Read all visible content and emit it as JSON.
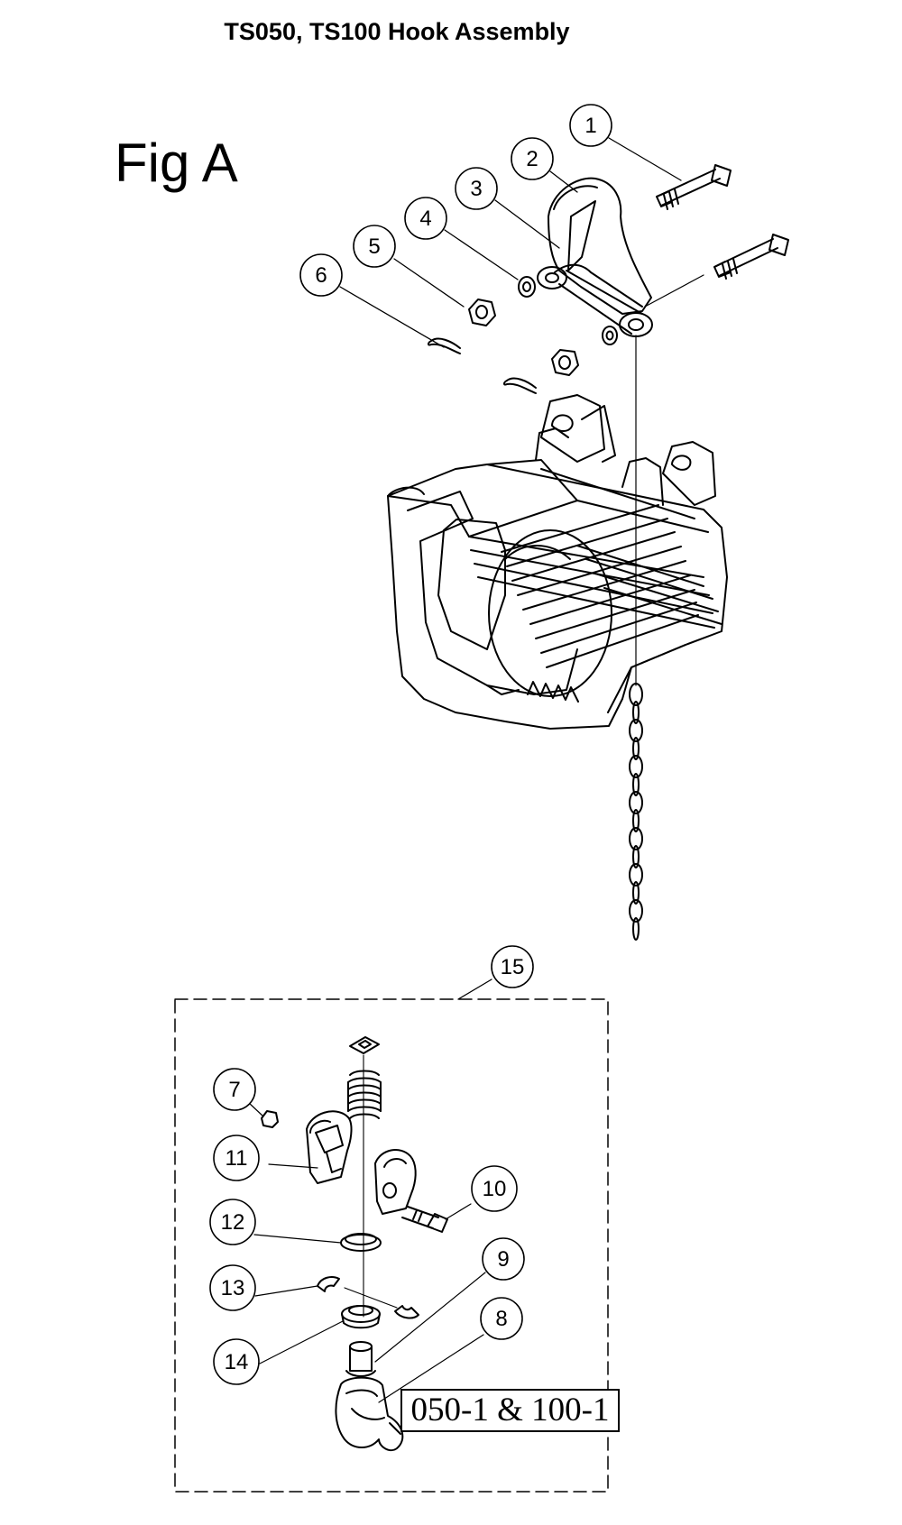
{
  "title": "TS050, TS100 Hook Assembly",
  "figure_label": "Fig A",
  "set_label": "050-1 & 100-1",
  "callouts": [
    "1",
    "2",
    "3",
    "4",
    "5",
    "6",
    "7",
    "8",
    "9",
    "10",
    "11",
    "12",
    "13",
    "14",
    "15"
  ],
  "colors": {
    "line": "#000000",
    "background": "#ffffff"
  }
}
